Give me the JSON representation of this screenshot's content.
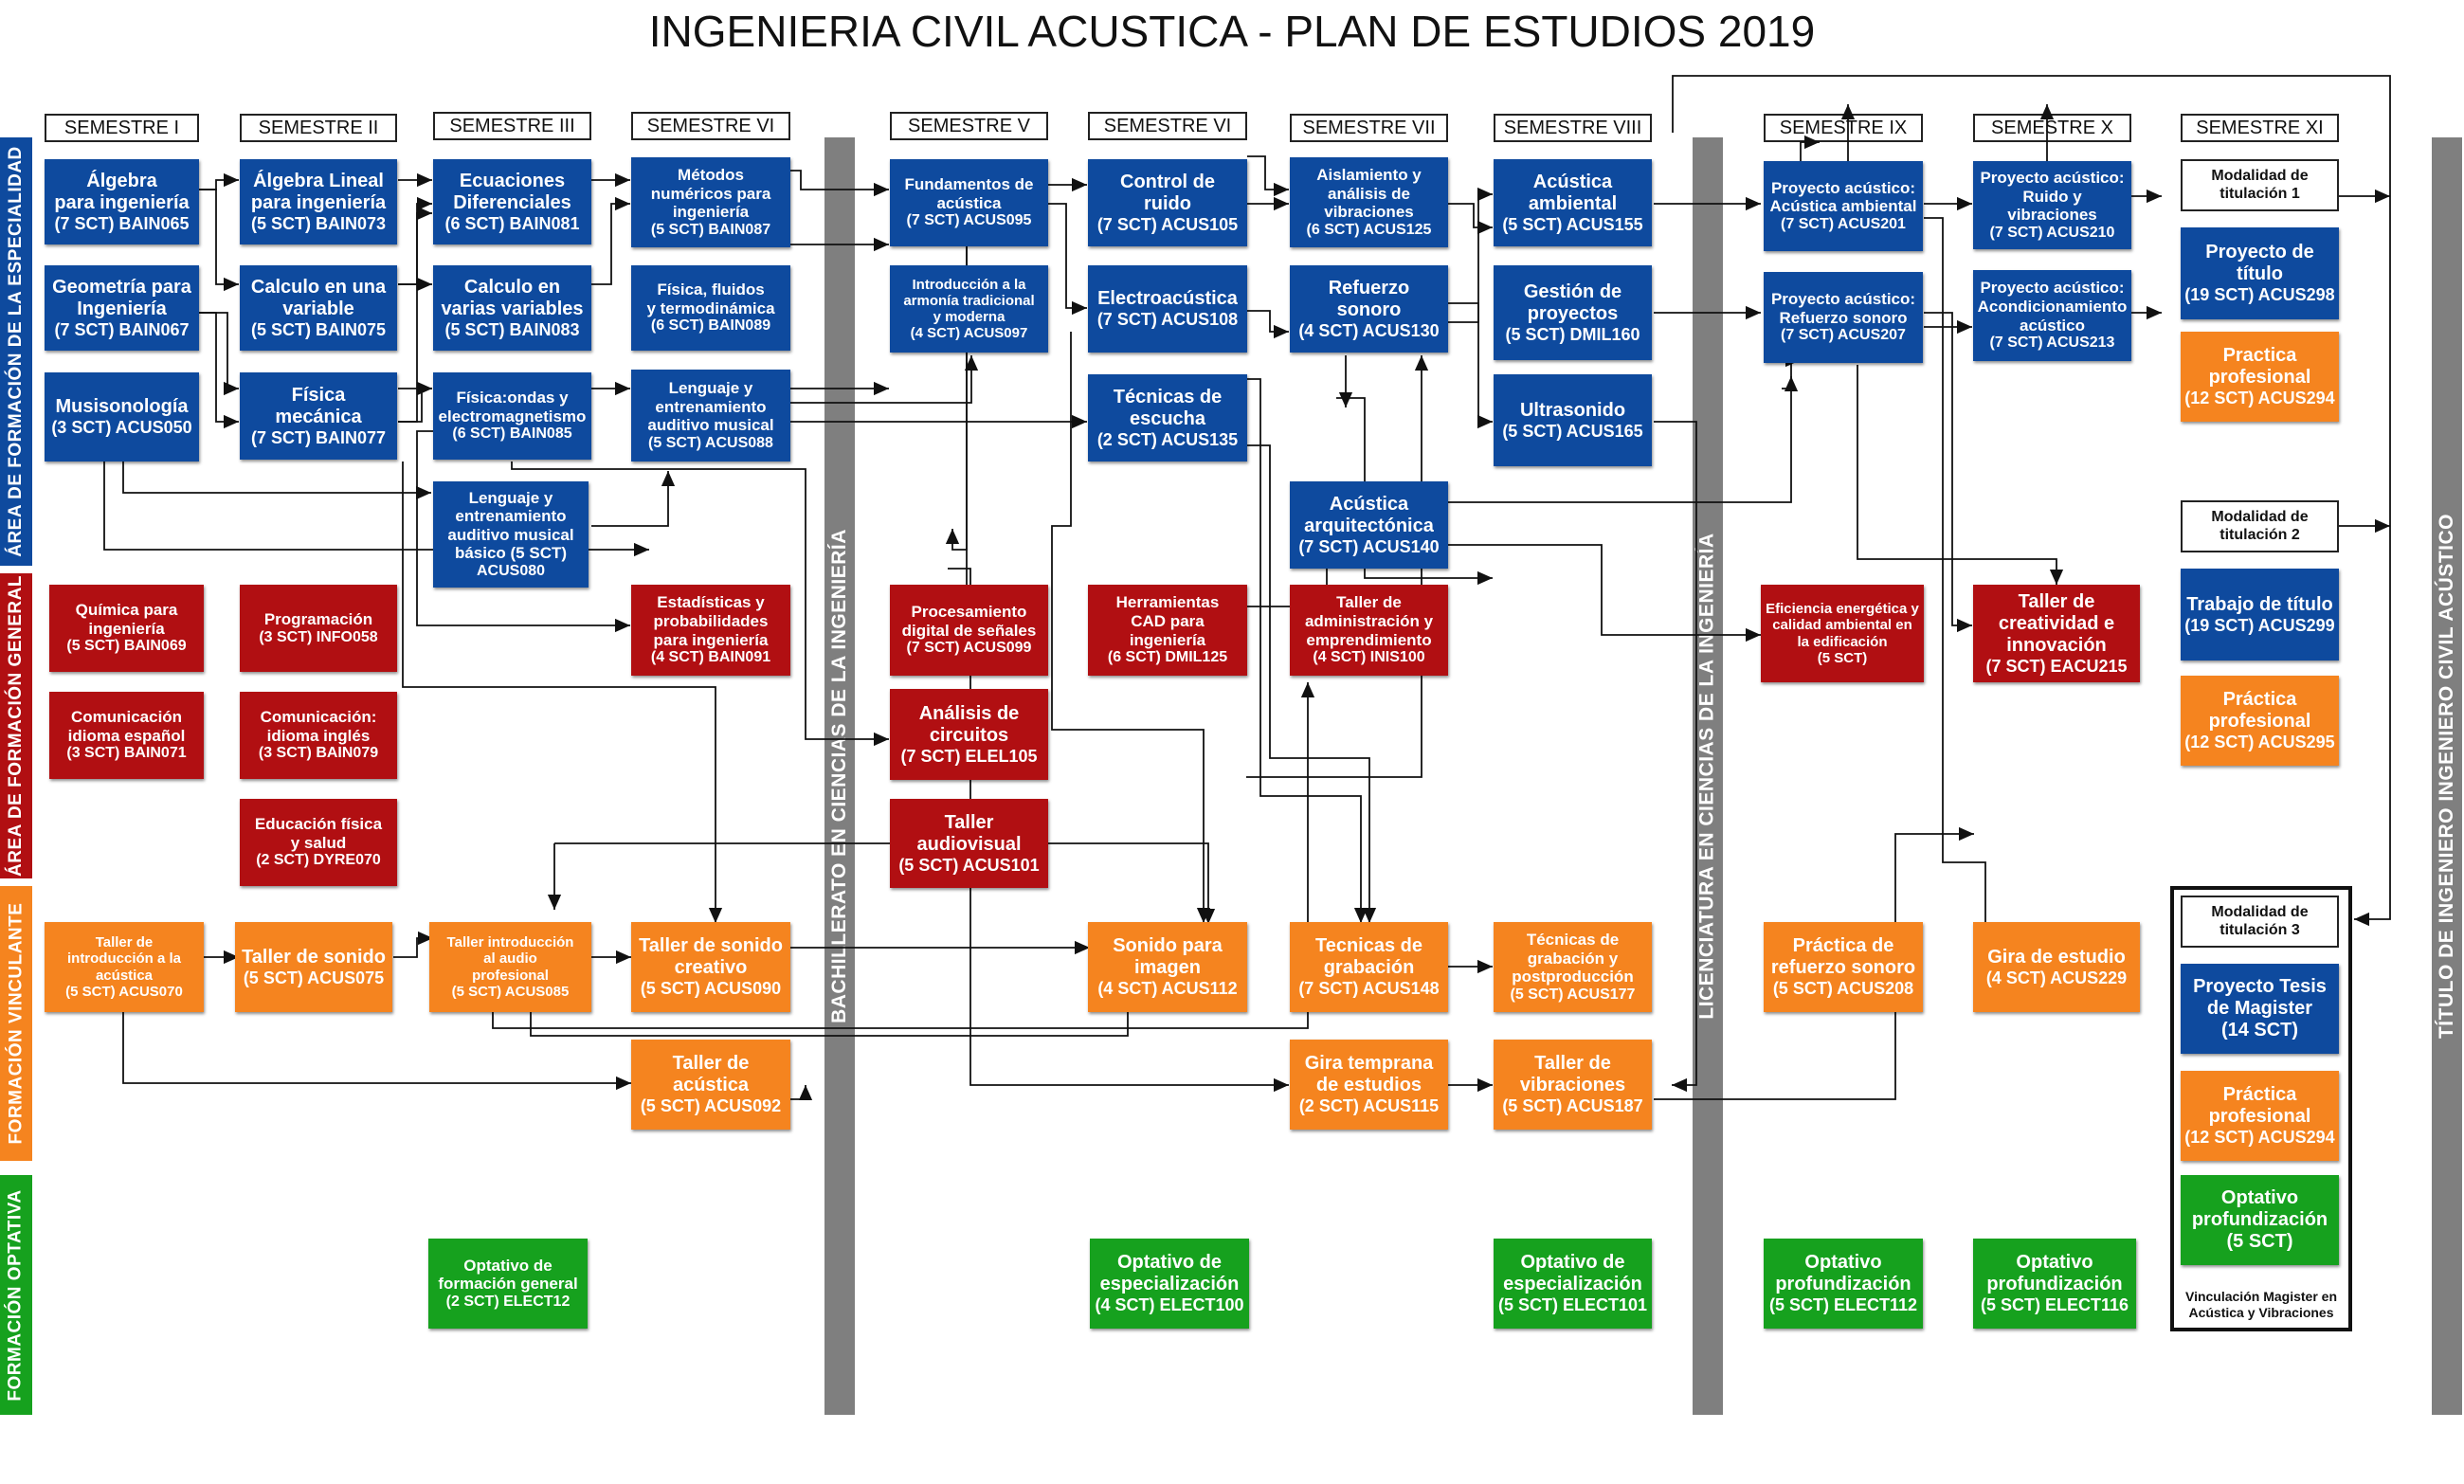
{
  "title": "INGENIERIA CIVIL ACUSTICA - PLAN DE ESTUDIOS 2019",
  "colors": {
    "especialidad": "#0e4a9e",
    "general": "#b10f12",
    "vinculante": "#f5841f",
    "optativa": "#16a11e",
    "separator": "#7f7f7f"
  },
  "semesters": [
    "SEMESTRE I",
    "SEMESTRE II",
    "SEMESTRE III",
    "SEMESTRE VI",
    "SEMESTRE V",
    "SEMESTRE VI",
    "SEMESTRE VII",
    "SEMESTRE VIII",
    "SEMESTRE IX",
    "SEMESTRE X",
    "SEMESTRE XI"
  ],
  "areas": [
    "ÁREA DE FORMACIÓN DE LA ESPECIALIDAD",
    "ÁREA DE FORMACIÓN GENERAL",
    "FORMACIÓN VINCULANTE",
    "FORMACIÓN OPTATIVA"
  ],
  "degrees": [
    "BACHILLERATO EN CIENCIAS DE LA INGENIERÍA",
    "LICENCIATURA EN CIENCIAS DE LA INGENIERÍA",
    "TÍTULO DE INGENIERO INGENIERO CIVIL ACÚSTICO"
  ],
  "courses": [
    {
      "name": "Álgebra\npara ingeniería",
      "code": "(7 SCT) BAIN065",
      "area": "especialidad"
    },
    {
      "name": "Geometría para\nIngeniería",
      "code": "(7 SCT) BAIN067",
      "area": "especialidad"
    },
    {
      "name": "Musisonología",
      "code": "(3 SCT) ACUS050",
      "area": "especialidad"
    },
    {
      "name": "Álgebra Lineal\npara ingeniería",
      "code": "(5 SCT) BAIN073",
      "area": "especialidad"
    },
    {
      "name": "Calculo  en una\nvariable",
      "code": "(5 SCT) BAIN075",
      "area": "especialidad"
    },
    {
      "name": "Física\nmecánica",
      "code": "(7 SCT) BAIN077",
      "area": "especialidad"
    },
    {
      "name": "Ecuaciones\nDiferenciales",
      "code": "(6 SCT) BAIN081",
      "area": "especialidad"
    },
    {
      "name": "Calculo en\nvarias variables",
      "code": "(5 SCT) BAIN083",
      "area": "especialidad"
    },
    {
      "name": "Física:ondas y\nelectromagnetismo",
      "code": "(6 SCT) BAIN085",
      "area": "especialidad"
    },
    {
      "name": "Lenguaje y\nentrenamiento\nauditivo musical\nbásico (5 SCT)",
      "code": "ACUS080",
      "area": "especialidad"
    },
    {
      "name": "Métodos\nnuméricos  para\ningeniería",
      "code": "(5 SCT) BAIN087",
      "area": "especialidad"
    },
    {
      "name": "Física, fluidos\ny termodinámica",
      "code": "(6 SCT) BAIN089",
      "area": "especialidad"
    },
    {
      "name": "Lenguaje y\nentrenamiento\nauditivo musical",
      "code": "(5 SCT) ACUS088",
      "area": "especialidad"
    },
    {
      "name": "Fundamentos de\nacústica",
      "code": "(7 SCT) ACUS095",
      "area": "especialidad"
    },
    {
      "name": "Introducción a la\narmonía tradicional\ny moderna",
      "code": "(4 SCT) ACUS097",
      "area": "especialidad"
    },
    {
      "name": "Control de\nruido",
      "code": "(7 SCT) ACUS105",
      "area": "especialidad"
    },
    {
      "name": "Electroacústica",
      "code": "(7 SCT) ACUS108",
      "area": "especialidad"
    },
    {
      "name": "Técnicas de\nescucha",
      "code": "(2 SCT) ACUS135",
      "area": "especialidad"
    },
    {
      "name": "Aislamiento y\nanálisis de\nvibraciones",
      "code": "(6 SCT) ACUS125",
      "area": "especialidad"
    },
    {
      "name": "Refuerzo\nsonoro",
      "code": "(4 SCT) ACUS130",
      "area": "especialidad"
    },
    {
      "name": "Acústica\narquitectónica",
      "code": "(7 SCT) ACUS140",
      "area": "especialidad"
    },
    {
      "name": "Acústica\nambiental",
      "code": "(5 SCT) ACUS155",
      "area": "especialidad"
    },
    {
      "name": "Gestión de\nproyectos",
      "code": "(5 SCT) DMIL160",
      "area": "especialidad"
    },
    {
      "name": "Ultrasonido",
      "code": "(5 SCT) ACUS165",
      "area": "especialidad"
    },
    {
      "name": "Proyecto acústico:\nAcústica ambiental",
      "code": "(7 SCT) ACUS201",
      "area": "especialidad"
    },
    {
      "name": "Proyecto acústico:\nRefuerzo sonoro",
      "code": "(7 SCT) ACUS207",
      "area": "especialidad"
    },
    {
      "name": "Proyecto acústico:\nRuido y vibraciones",
      "code": "(7 SCT) ACUS210",
      "area": "especialidad"
    },
    {
      "name": "Proyecto acústico:\nAcondicionamiento\nacústico",
      "code": "(7 SCT) ACUS213",
      "area": "especialidad"
    },
    {
      "name": "Química para\ningeniería",
      "code": "(5 SCT) BAIN069",
      "area": "general"
    },
    {
      "name": "Comunicación\nidioma español",
      "code": "(3 SCT) BAIN071",
      "area": "general"
    },
    {
      "name": "Programación",
      "code": "(3 SCT) INFO058",
      "area": "general"
    },
    {
      "name": "Comunicación:\nidioma inglés",
      "code": "(3 SCT) BAIN079",
      "area": "general"
    },
    {
      "name": "Educación física\ny salud",
      "code": "(2 SCT) DYRE070",
      "area": "general"
    },
    {
      "name": "Estadísticas y\nprobabilidades\npara ingeniería",
      "code": "(4 SCT) BAIN091",
      "area": "general"
    },
    {
      "name": "Procesamiento\ndigital de señales",
      "code": "(7 SCT) ACUS099",
      "area": "general"
    },
    {
      "name": "Análisis de\ncircuitos",
      "code": "(7 SCT) ELEL105",
      "area": "general"
    },
    {
      "name": "Taller\naudiovisual",
      "code": "(5 SCT) ACUS101",
      "area": "general"
    },
    {
      "name": "Herramientas\nCAD para\ningeniería",
      "code": "(6 SCT) DMIL125",
      "area": "general"
    },
    {
      "name": "Taller de\nadministración y\nemprendimiento",
      "code": "(4 SCT) INIS100",
      "area": "general"
    },
    {
      "name": "Eficiencia energética y\ncalidad ambiental en\nla edificación",
      "code": "(5 SCT)",
      "area": "general"
    },
    {
      "name": "Taller de\ncreatividad e\ninnovación",
      "code": "(7 SCT) EACU215",
      "area": "general"
    },
    {
      "name": "Taller de\nintroducción a la\nacústica",
      "code": "(5 SCT) ACUS070",
      "area": "vinculante"
    },
    {
      "name": "Taller de sonido",
      "code": "(5 SCT) ACUS075",
      "area": "vinculante"
    },
    {
      "name": "Taller introducción\nal audio\nprofesional",
      "code": "(5 SCT) ACUS085",
      "area": "vinculante"
    },
    {
      "name": "Taller de sonido\ncreativo",
      "code": "(5 SCT) ACUS090",
      "area": "vinculante"
    },
    {
      "name": "Taller de\nacústica",
      "code": "(5 SCT) ACUS092",
      "area": "vinculante"
    },
    {
      "name": "Sonido para\nimagen",
      "code": "(4 SCT) ACUS112",
      "area": "vinculante"
    },
    {
      "name": "Tecnicas de\ngrabación",
      "code": "(7 SCT) ACUS148",
      "area": "vinculante"
    },
    {
      "name": "Gira temprana\nde estudios",
      "code": "(2 SCT) ACUS115",
      "area": "vinculante"
    },
    {
      "name": "Técnicas de\ngrabación y\npostproducción",
      "code": "(5 SCT) ACUS177",
      "area": "vinculante"
    },
    {
      "name": "Taller de\nvibraciones",
      "code": "(5 SCT) ACUS187",
      "area": "vinculante"
    },
    {
      "name": "Práctica de\nrefuerzo sonoro",
      "code": "(5 SCT) ACUS208",
      "area": "vinculante"
    },
    {
      "name": "Gira de estudio",
      "code": "(4 SCT) ACUS229",
      "area": "vinculante"
    },
    {
      "name": "Optativo de\nformación general",
      "code": "(2 SCT) ELECT12",
      "area": "optativa"
    },
    {
      "name": "Optativo de\nespecialización",
      "code": "(4 SCT) ELECT100",
      "area": "optativa"
    },
    {
      "name": "Optativo de\nespecialización",
      "code": "(5 SCT) ELECT101",
      "area": "optativa"
    },
    {
      "name": "Optativo\nprofundización",
      "code": "(5 SCT) ELECT112",
      "area": "optativa"
    },
    {
      "name": "Optativo\nprofundización",
      "code": "(5 SCT) ELECT116",
      "area": "optativa"
    },
    {
      "name": "Modalidad de\ntitulación 1",
      "code": "",
      "area": "modalidad"
    },
    {
      "name": "Proyecto de\ntítulo",
      "code": "(19 SCT) ACUS298",
      "area": "especialidad"
    },
    {
      "name": "Practica\nprofesional",
      "code": "(12 SCT) ACUS294",
      "area": "vinculante"
    },
    {
      "name": "Modalidad de\ntitulación 2",
      "code": "",
      "area": "modalidad"
    },
    {
      "name": "Trabajo de título",
      "code": "(19 SCT) ACUS299",
      "area": "especialidad"
    },
    {
      "name": "Práctica\nprofesional",
      "code": "(12 SCT) ACUS295",
      "area": "vinculante"
    },
    {
      "name": "Modalidad de\ntitulación 3",
      "code": "",
      "area": "modalidad"
    },
    {
      "name": "Proyecto Tesis\nde Magister\n(14 SCT)",
      "code": "",
      "area": "especialidad"
    },
    {
      "name": "Práctica\nprofesional",
      "code": "(12 SCT) ACUS294",
      "area": "vinculante"
    },
    {
      "name": "Optativo\nprofundización\n(5 SCT)",
      "code": "",
      "area": "optativa"
    }
  ],
  "note_mod3": "Vinculación Magister en\nAcústica y Vibraciones"
}
